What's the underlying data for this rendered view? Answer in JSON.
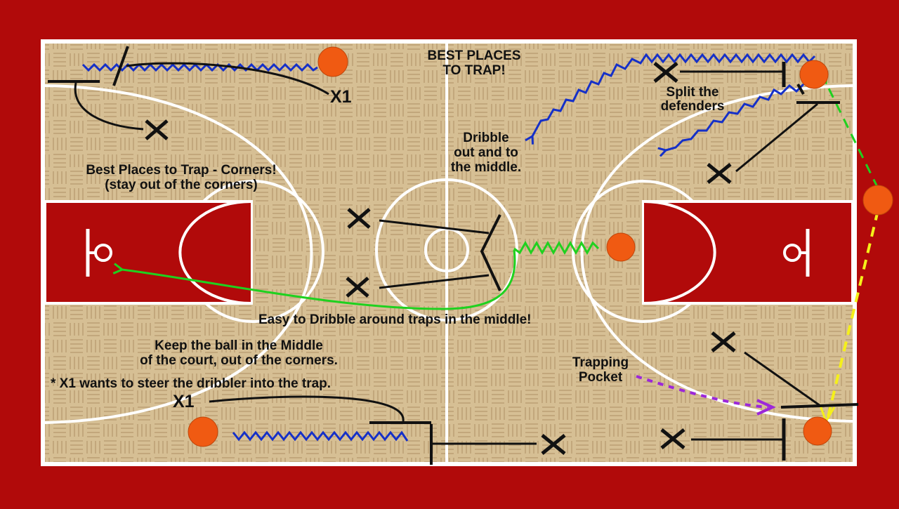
{
  "labels": {
    "title_line1": "BEST PLACES",
    "title_line2": "TO TRAP!",
    "x1_top": "X1",
    "split_line1": "Split the",
    "split_line2": "defenders",
    "dribble_line1": "Dribble",
    "dribble_line2": "out and to",
    "dribble_line3": "the middle.",
    "corners_line1": "Best Places to Trap - Corners!",
    "corners_line2": "(stay out of the corners)",
    "easy_dribble": "Easy to Dribble around traps in the middle!",
    "keep_line1": "Keep the ball in the Middle",
    "keep_line2": "of the court, out of the corners.",
    "x1_note": "* X1 wants to steer the dribbler into the trap.",
    "x1_bottom": "X1",
    "pocket_line1": "Trapping",
    "pocket_line2": "Pocket"
  },
  "colors": {
    "frame": "#b10a0a",
    "floor": "#d6bf94",
    "lane": "#b10a0a",
    "ball": "#f05a12",
    "dribble": "#1530c8",
    "green_path": "#1fd11f",
    "yellow_pass": "#f5f01a",
    "pocket_path": "#9c27d9"
  }
}
